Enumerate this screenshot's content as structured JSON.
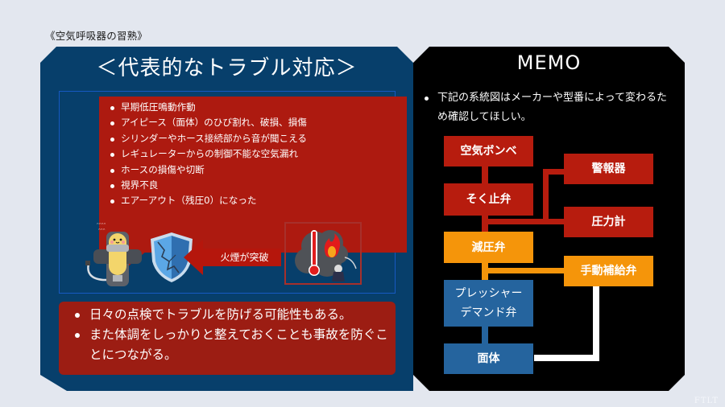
{
  "section_label": "《空気呼吸器の習熟》",
  "left_panel": {
    "title": "＜代表的なトラブル対応＞",
    "trouble_list": [
      "早期低圧鳴動作動",
      "アイピース（面体）のひび割れ、破損、損傷",
      "シリンダーやホース接続部から音が聞こえる",
      "レギュレーターからの制御不能な空気漏れ",
      "ホースの損傷や切断",
      "視界不良",
      "エアーアウト（残圧0）になった"
    ],
    "arrow_label": "火煙が突破",
    "notes": [
      "日々の点検でトラブルを防げる可能性もある。",
      "また体調をしっかりと整えておくことも事故を防ぐことにつながる。"
    ]
  },
  "right_panel": {
    "title": "MEMO",
    "note": "下記の系統図はメーカーや型番によって変わるため確認してほしい。",
    "diagram": {
      "nodes": {
        "cylinder": "空気ボンベ",
        "stop_valve": "そく止弁",
        "alarm": "警報器",
        "pressure_gauge": "圧力計",
        "reducing_valve": "減圧弁",
        "manual_bypass": "手動補給弁",
        "demand_valve": "プレッシャー\nデマンド弁",
        "facepiece": "面体"
      },
      "colors": {
        "red": "#b71c0e",
        "orange": "#f5950a",
        "blue": "#25649e"
      }
    }
  },
  "watermark": "FTLT"
}
